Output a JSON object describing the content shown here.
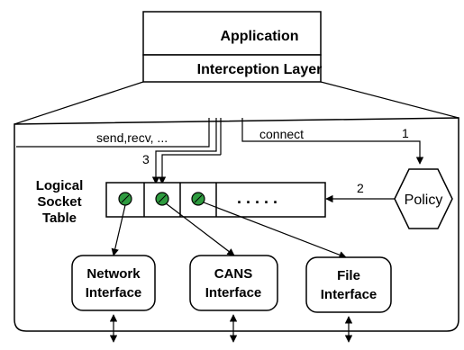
{
  "application": "Application",
  "interception_layer": "Interception Layer",
  "labels": {
    "send_recv": "send,recv, ...",
    "connect": "connect",
    "step1": "1",
    "step2": "2",
    "step3": "3",
    "policy": "Policy",
    "logical_line1": "Logical",
    "logical_line2": "Socket",
    "logical_line3": "Table",
    "ellipsis": ". . . . ."
  },
  "interfaces": [
    {
      "line1": "Network",
      "line2": "Interface"
    },
    {
      "line1": "CANS",
      "line2": "Interface"
    },
    {
      "line1": "File",
      "line2": "Interface"
    }
  ],
  "colors": {
    "socket_dot": "#2e9b3f",
    "stroke": "#000000"
  }
}
